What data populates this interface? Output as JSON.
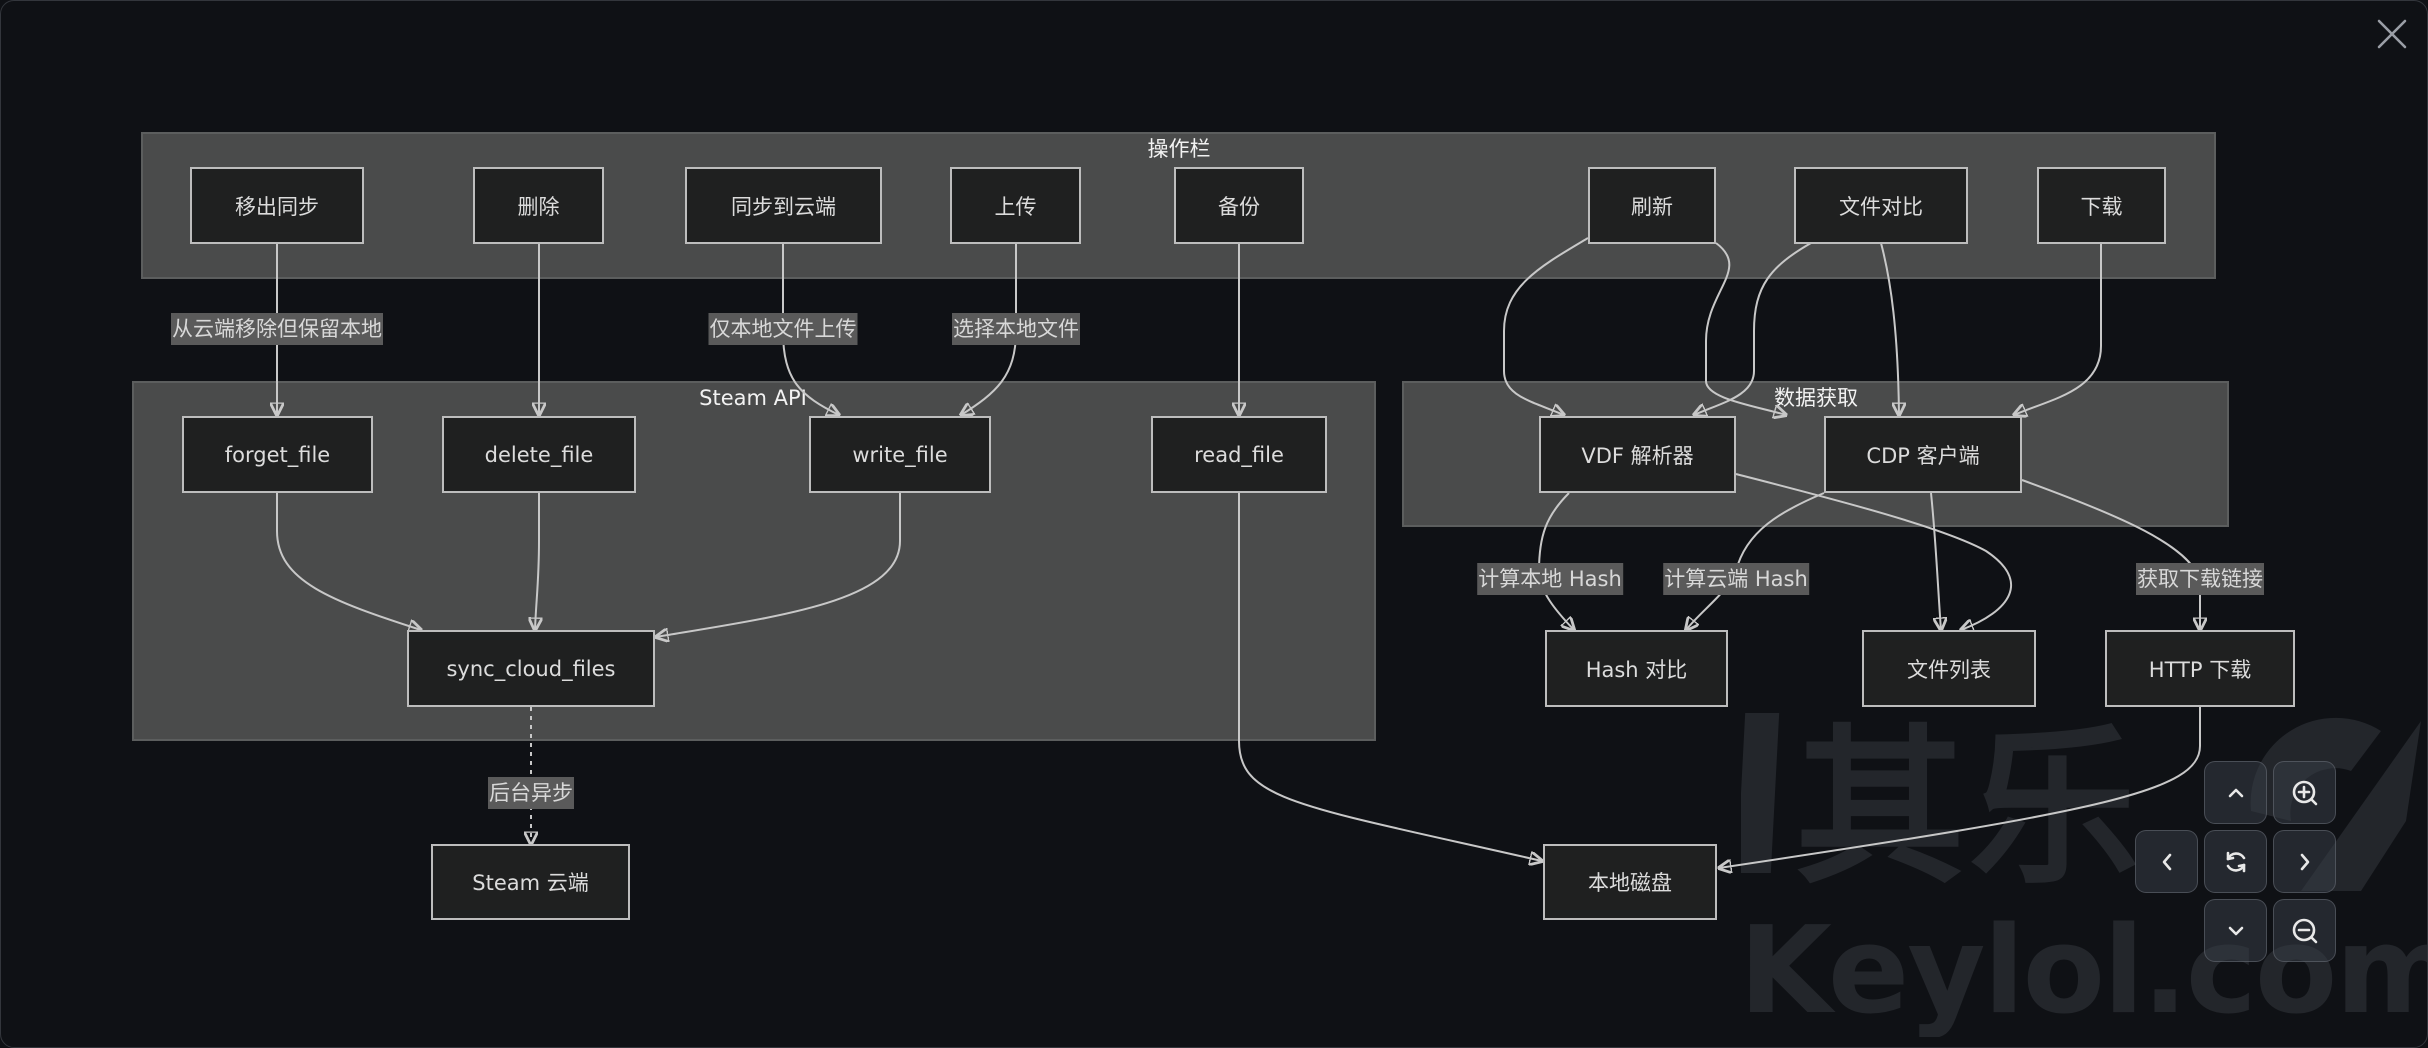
{
  "window": {
    "close_icon": "close-icon"
  },
  "watermark": {
    "cn": "其乐",
    "en": "Keylol.com"
  },
  "subgraphs": {
    "ops": {
      "title": "操作栏"
    },
    "steam_api": {
      "title": "Steam API"
    },
    "data_fetch": {
      "title": "数据获取"
    }
  },
  "nodes": {
    "remove_sync": "移出同步",
    "delete": "删除",
    "sync_to_cloud": "同步到云端",
    "upload": "上传",
    "backup": "备份",
    "refresh": "刷新",
    "file_compare": "文件对比",
    "download": "下载",
    "forget_file": "forget_file",
    "delete_file": "delete_file",
    "write_file": "write_file",
    "read_file": "read_file",
    "sync_cloud_files": "sync_cloud_files",
    "steam_cloud": "Steam 云端",
    "vdf_parser": "VDF 解析器",
    "cdp_client": "CDP 客户端",
    "hash_compare": "Hash 对比",
    "file_list": "文件列表",
    "http_download": "HTTP 下载",
    "local_disk": "本地磁盘"
  },
  "edge_labels": {
    "remove_keep_local": "从云端移除但保留本地",
    "local_only_upload": "仅本地文件上传",
    "select_local_file": "选择本地文件",
    "calc_local_hash": "计算本地 Hash",
    "calc_cloud_hash": "计算云端 Hash",
    "get_download_link": "获取下载链接",
    "background_async": "后台异步"
  },
  "controls": {
    "up": "chevron-up-icon",
    "zoom_in": "zoom-in-icon",
    "left": "chevron-left-icon",
    "reset": "refresh-icon",
    "right": "chevron-right-icon",
    "down": "chevron-down-icon",
    "zoom_out": "zoom-out-icon"
  },
  "colors": {
    "background": "#0f1115",
    "subgraph_fill": "#4a4b4b",
    "node_fill": "#1f2020",
    "node_border": "#bdbdbd",
    "edge": "#c8c8c8",
    "edge_label_bg": "#5a5a5a"
  }
}
